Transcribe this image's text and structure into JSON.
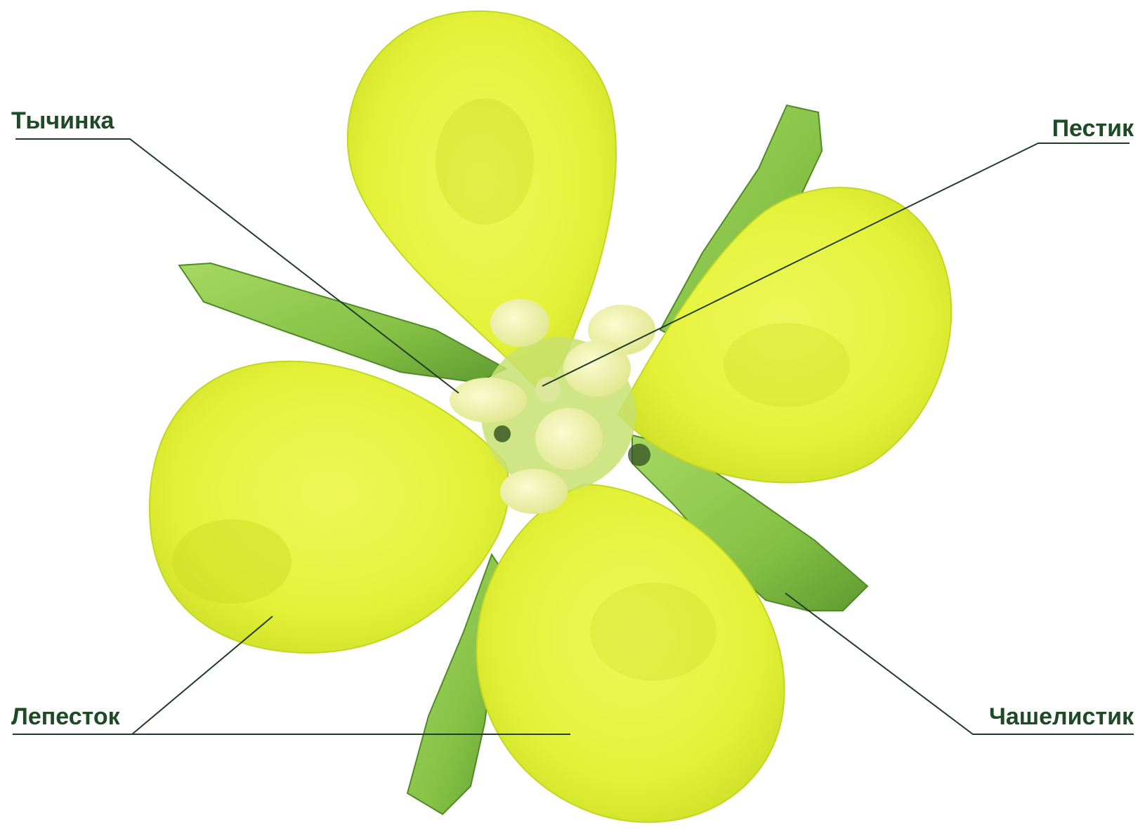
{
  "diagram": {
    "labels": {
      "stamen": "Тычинка",
      "pistil": "Пестик",
      "petal": "Лепесток",
      "sepal": "Чашелистик"
    },
    "colors": {
      "label_text": "#1f4a26",
      "leader_line": "#1f3d24",
      "petal_fill": "#e6f43c",
      "petal_shade": "#c9dc24",
      "sepal_fill": "#8cc84a",
      "sepal_dark": "#5f9a30",
      "stamen_fill": "#f1f2a8",
      "center_fill": "#c8e070"
    }
  }
}
